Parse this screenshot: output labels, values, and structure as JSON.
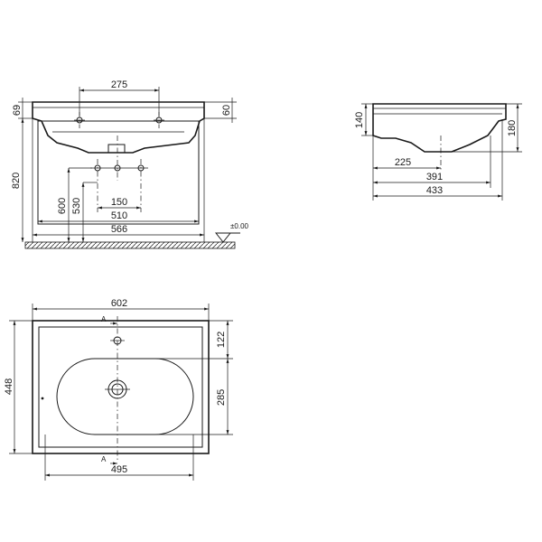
{
  "front_view": {
    "dim_holes": "275",
    "dim_rim": "69",
    "dim_top_right": "60",
    "dim_height": "820",
    "dim_600": "600",
    "dim_530": "530",
    "dim_150": "150",
    "dim_510": "510",
    "dim_566": "566",
    "floor_level": "±0.00"
  },
  "side_view": {
    "dim_140": "140",
    "dim_180": "180",
    "dim_225": "225",
    "dim_391": "391",
    "dim_433": "433"
  },
  "top_view": {
    "dim_width": "602",
    "dim_depth": "448",
    "dim_122": "122",
    "dim_285": "285",
    "dim_495": "495",
    "section_top": "A",
    "section_bottom": "A"
  }
}
